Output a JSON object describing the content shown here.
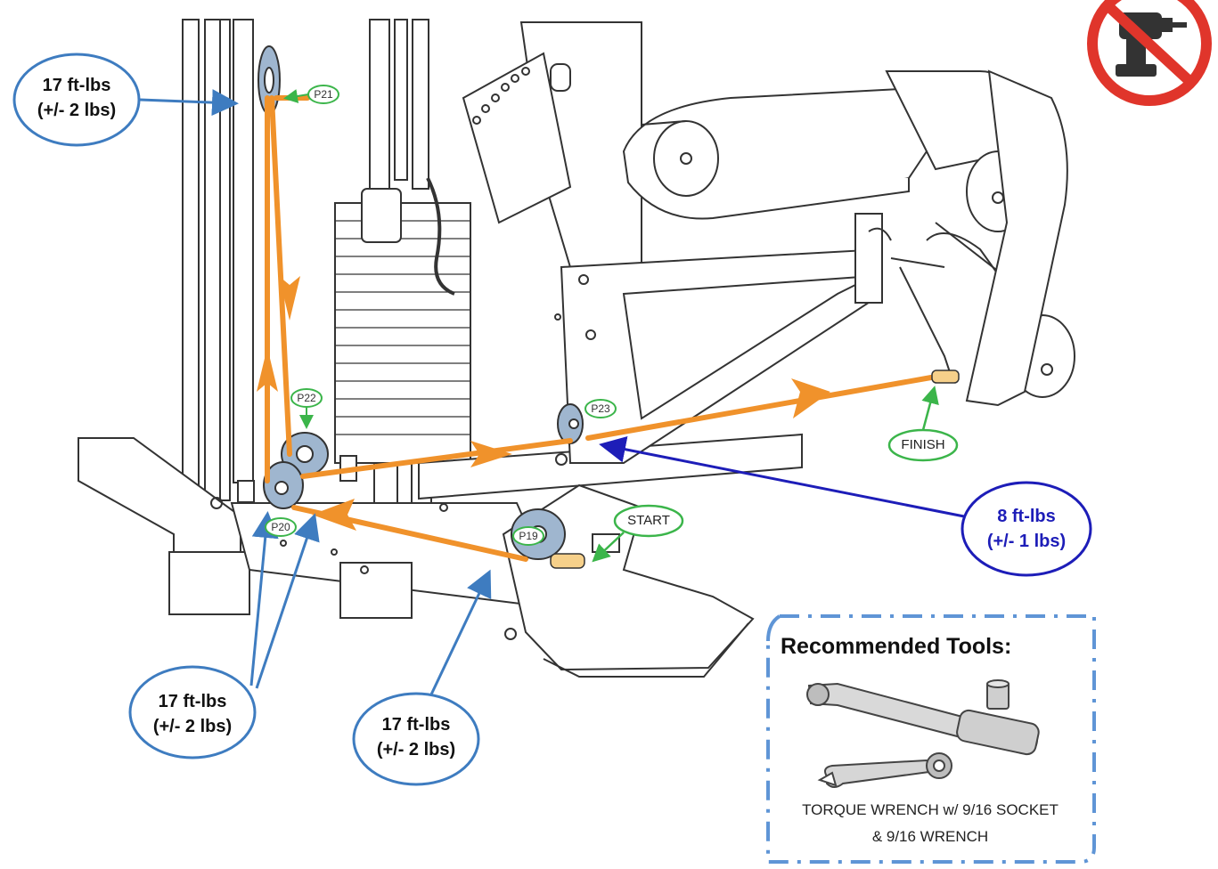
{
  "torque_labels": [
    {
      "id": "top-left",
      "value": "17 ft-lbs",
      "tolerance": "(+/- 2 lbs)"
    },
    {
      "id": "bottom-left",
      "value": "17 ft-lbs",
      "tolerance": "(+/- 2 lbs)"
    },
    {
      "id": "bottom-center",
      "value": "17 ft-lbs",
      "tolerance": "(+/- 2 lbs)"
    },
    {
      "id": "right",
      "value": "8 ft-lbs",
      "tolerance": "(+/- 1 lbs)"
    }
  ],
  "pulleys": [
    "P19",
    "P20",
    "P21",
    "P22",
    "P23"
  ],
  "points": {
    "start": "START",
    "finish": "FINISH"
  },
  "tools": {
    "title": "Recommended Tools:",
    "caption_line1": "TORQUE WRENCH w/ 9/16 SOCKET",
    "caption_line2": "&  9/16 WRENCH"
  },
  "icons": [
    "no-power-drill-icon",
    "torque-wrench-icon",
    "socket-icon",
    "combination-wrench-icon"
  ],
  "colors": {
    "cable": "#f0922b",
    "callout_light_blue": "#3e7cc0",
    "callout_dark_blue": "#1d1db8",
    "start_finish_green": "#3bb54a",
    "no_sign_red": "#e0352b",
    "tools_border": "#5f95d6"
  }
}
